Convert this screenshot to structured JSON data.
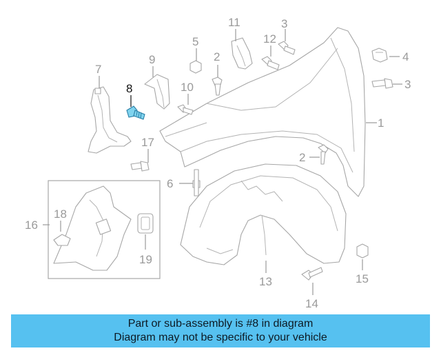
{
  "highlighted_part": "8",
  "callouts": {
    "c1": "1",
    "c2a": "2",
    "c2b": "2",
    "c3a": "3",
    "c3b": "3",
    "c4": "4",
    "c5": "5",
    "c6": "6",
    "c7": "7",
    "c8": "8",
    "c9": "9",
    "c10": "10",
    "c11": "11",
    "c12": "12",
    "c13": "13",
    "c14": "14",
    "c15": "15",
    "c16": "16",
    "c17": "17",
    "c18": "18",
    "c19": "19"
  },
  "banner": {
    "line1": "Part or sub-assembly is #8 in diagram",
    "line2": "Diagram may not be specific to your vehicle"
  },
  "colors": {
    "banner_bg": "#56c1f0",
    "highlight": "#7fd3ee",
    "linework": "#a6a6a6"
  }
}
